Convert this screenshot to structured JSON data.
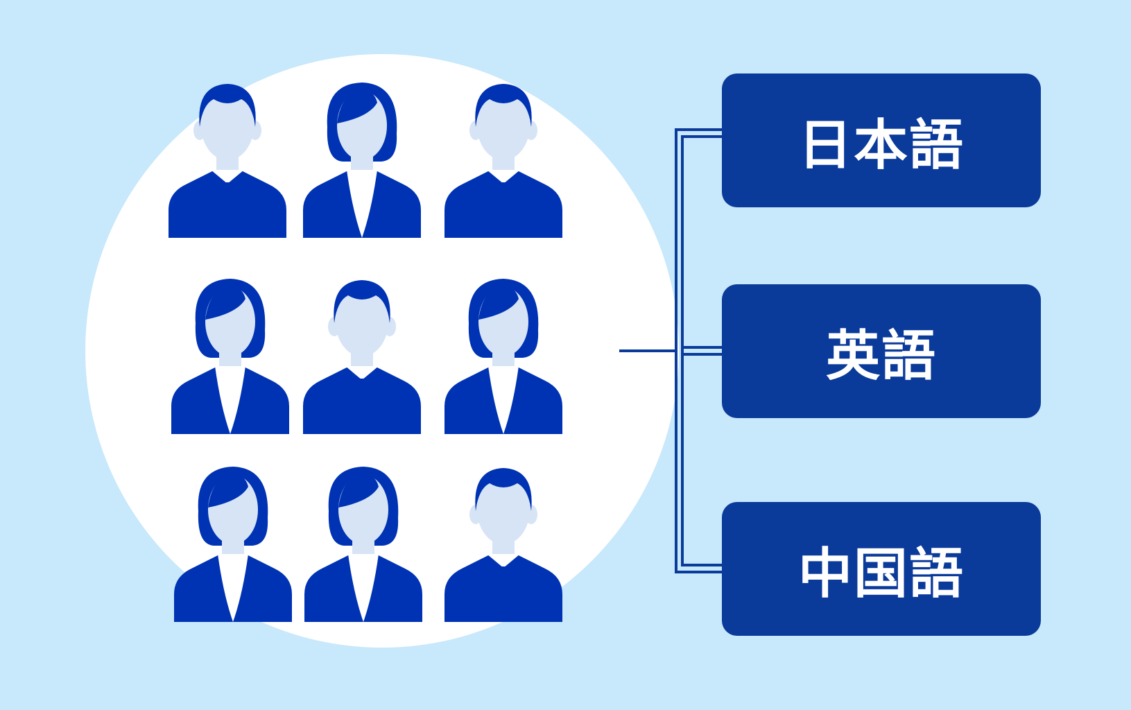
{
  "diagram": {
    "languages": [
      {
        "label": "日本語"
      },
      {
        "label": "英語"
      },
      {
        "label": "中国語"
      }
    ],
    "people_count": 9
  },
  "colors": {
    "background": "#c8e8fb",
    "circle": "#ffffff",
    "box": "#0a3a9a",
    "person_blue": "#0033b3",
    "skin": "#d6e4f5",
    "connector": "#0a3a9a"
  }
}
